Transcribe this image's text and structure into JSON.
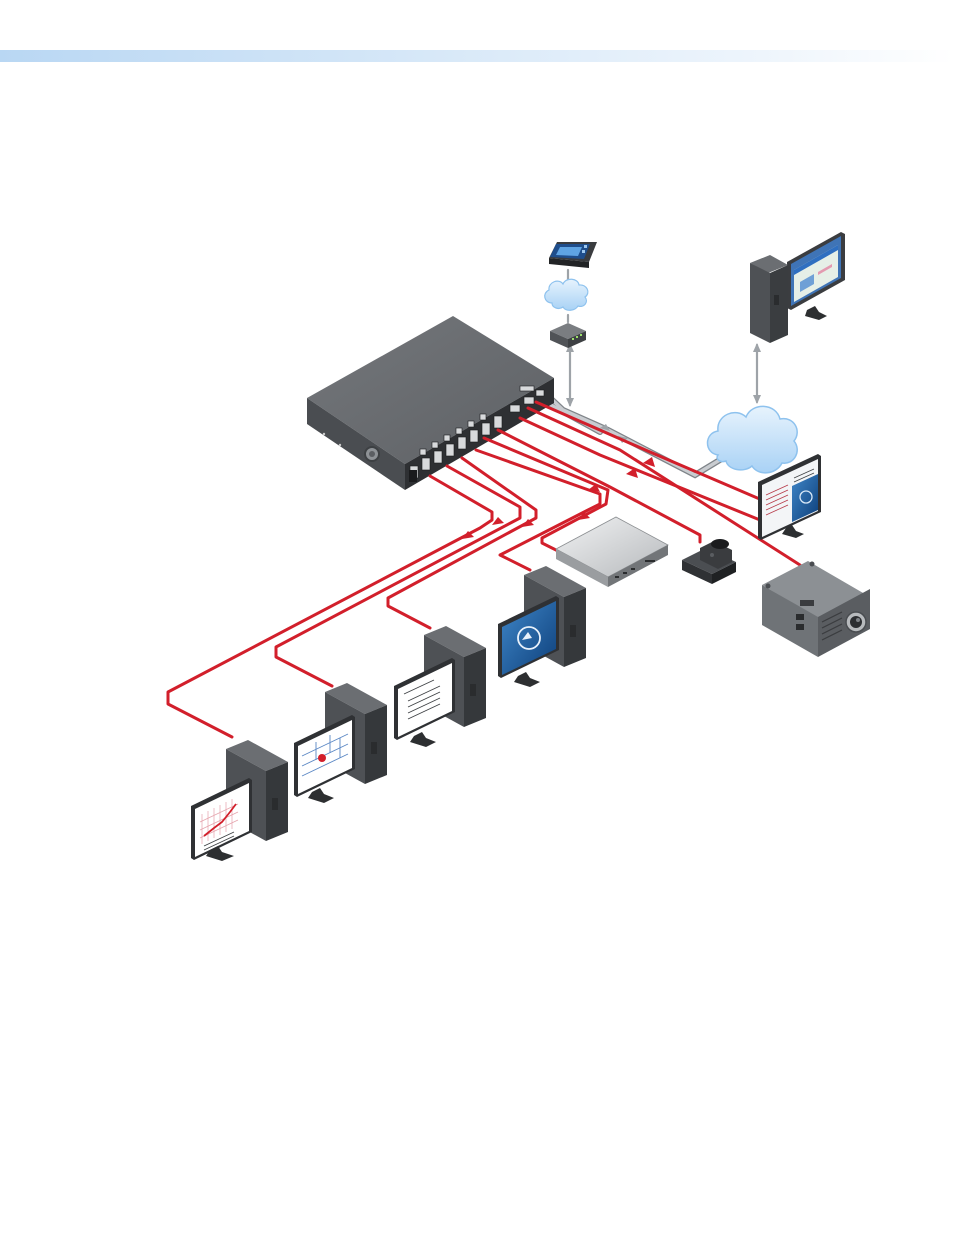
{
  "page": {
    "background": "#ffffff",
    "header_bar_color": "#c9e0f6"
  },
  "diagram": {
    "cable_color": "#d21f2b",
    "network_cable_color": "#9ea3a8",
    "cloud_color": "#c8e3fa",
    "chassis_color": "#5b5e62",
    "devices": [
      {
        "id": "switcher",
        "icon": "matrix-switcher-icon"
      },
      {
        "id": "touch-panel",
        "icon": "touch-panel-icon"
      },
      {
        "id": "control-processor",
        "icon": "control-processor-icon"
      },
      {
        "id": "network-cloud-small",
        "icon": "network-cloud-icon"
      },
      {
        "id": "network-cloud-large",
        "icon": "network-cloud-icon"
      },
      {
        "id": "control-pc",
        "icon": "desktop-computer-icon"
      },
      {
        "id": "source-pc-1",
        "icon": "desktop-computer-icon"
      },
      {
        "id": "source-pc-2",
        "icon": "desktop-computer-icon"
      },
      {
        "id": "source-pc-3",
        "icon": "desktop-computer-icon"
      },
      {
        "id": "source-pc-4",
        "icon": "desktop-computer-icon"
      },
      {
        "id": "media-player",
        "icon": "media-player-icon"
      },
      {
        "id": "document-camera",
        "icon": "document-camera-icon"
      },
      {
        "id": "output-monitor",
        "icon": "monitor-icon"
      },
      {
        "id": "projector",
        "icon": "projector-icon"
      }
    ]
  }
}
